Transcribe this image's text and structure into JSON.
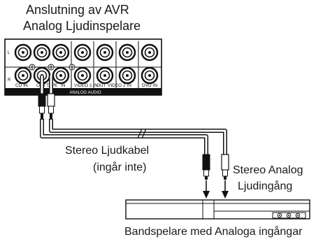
{
  "labels": {
    "title_line1": "Anslutning av AVR",
    "title_line2": "Analog Ljudinspelare",
    "cable_line1": "Stereo Ljudkabel",
    "cable_line2": "(ingår inte)",
    "input_line1": "Stereo Analog",
    "input_line2": "Ljudingång",
    "device_caption": "Bandspelare med Analoga ingångar"
  },
  "panel": {
    "row_markers": [
      "L",
      "R"
    ],
    "jack_labels": [
      "CD IN",
      "OUT",
      "TAPE",
      "IN",
      "VIDEO 1 IN",
      "OUT",
      "VIDEO 2 IN",
      "DVD IN"
    ],
    "section_label": "ANALOG AUDIO"
  }
}
